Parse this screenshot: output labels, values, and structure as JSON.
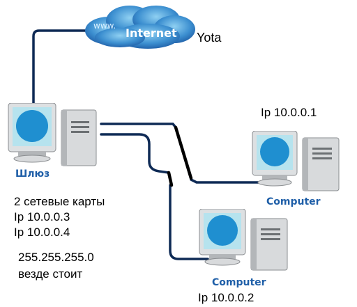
{
  "cloud": {
    "www_text": "www.",
    "title": "Internet",
    "provider": "Yota"
  },
  "gateway": {
    "label": "Шлюз",
    "info_lines": [
      "2 сетевые карты",
      "Ip 10.0.0.3",
      "Ip 10.0.0.4"
    ],
    "mask": "255.255.255.0",
    "mask_note": "везде стоит"
  },
  "computer_1": {
    "label": "Computer",
    "ip": "Ip 10.0.0.1"
  },
  "computer_2": {
    "label": "Computer",
    "ip": "Ip 10.0.0.2"
  },
  "colors": {
    "wire": "#0e2a55",
    "cloud": "#2e78c4",
    "screen": "#1f8fd0",
    "label_blue": "#1f5fa8"
  }
}
